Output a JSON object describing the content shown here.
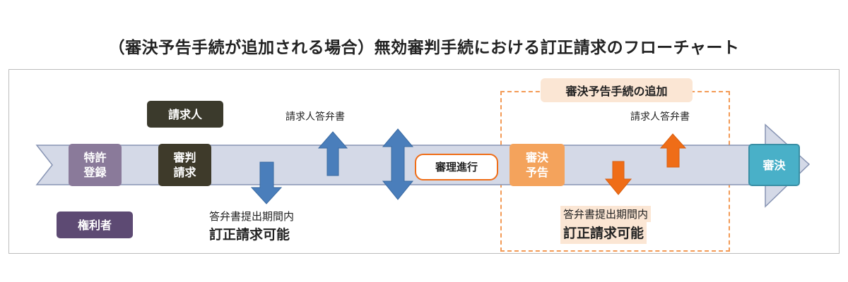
{
  "title": "（審決予告手続が追加される場合）無効審判手続における訂正請求のフローチャート",
  "addition_label": "審決予告手続の追加",
  "nodes": {
    "patent_registration": "特許\n登録",
    "trial_request": "審判\n請求",
    "trial_proceeding": "審理進行",
    "advance_notice": "審決\n予告",
    "trial_decision": "審決"
  },
  "parties": {
    "demandant": "請求人",
    "rights_holder": "権利者"
  },
  "annotations": {
    "demandant_response_1": "請求人答弁書",
    "demandant_response_2": "請求人答弁書",
    "response_period_1": "答弁書提出期間内",
    "correction_possible_1": "訂正請求可能",
    "response_period_2": "答弁書提出期間内",
    "correction_possible_2": "訂正請求可能"
  },
  "colors": {
    "band": "#d4d9e7",
    "blue_arrow": "#4a7ebb",
    "orange_arrow": "#ef6d17",
    "party_dark": "#3b3a2c",
    "party_purple": "#5d4a73",
    "node_purple": "#8a7a9a",
    "node_dark": "#3e3a2a",
    "node_orange": "#f4a35c",
    "node_teal": "#49b0c8"
  }
}
